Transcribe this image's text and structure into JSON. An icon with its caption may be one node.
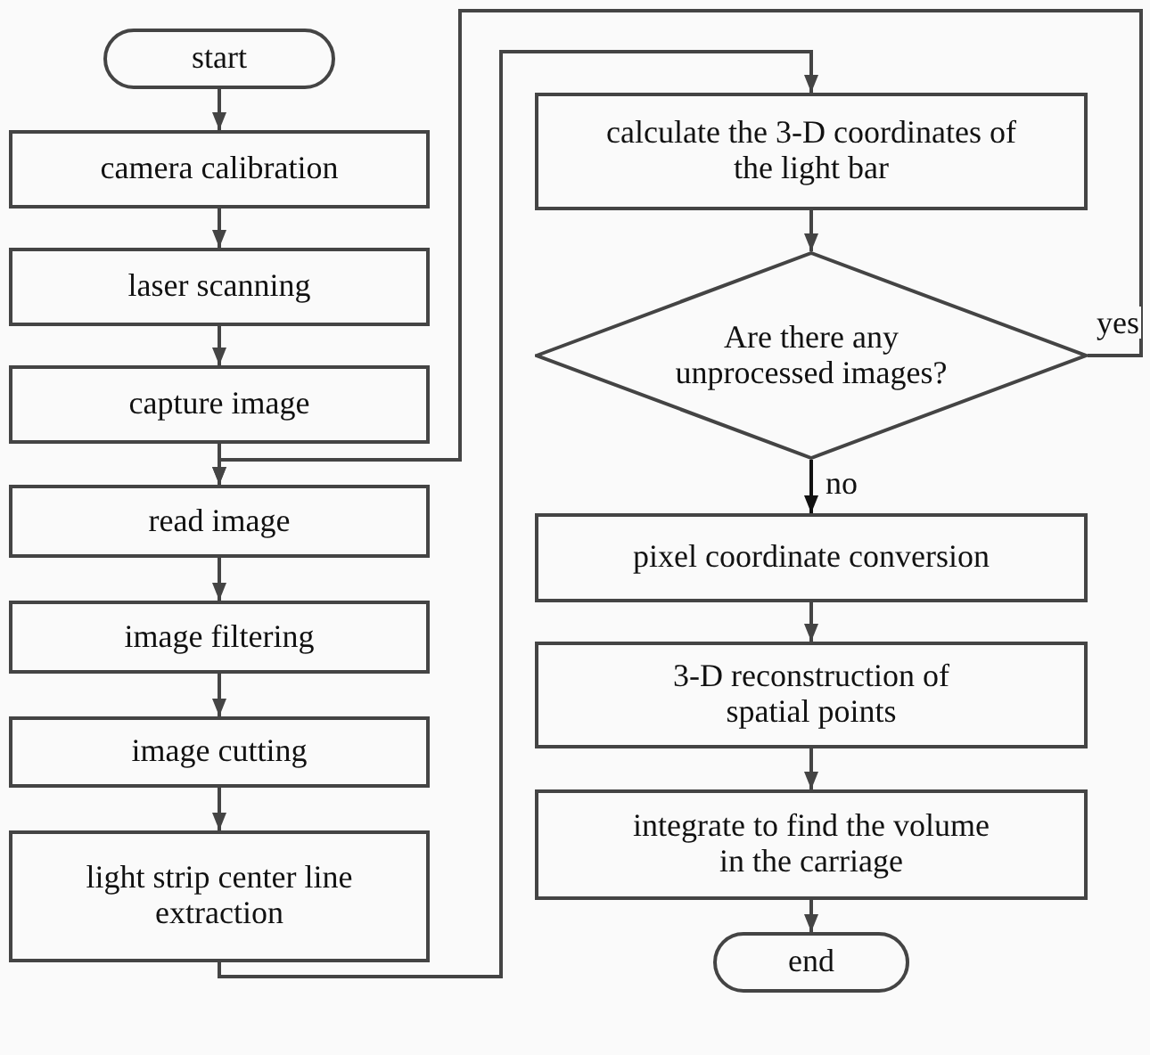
{
  "diagram": {
    "nodes": [
      {
        "text": [
          "start"
        ]
      },
      {
        "text": [
          "camera calibration"
        ]
      },
      {
        "text": [
          "laser scanning"
        ]
      },
      {
        "text": [
          "capture image"
        ]
      },
      {
        "text": [
          "read image"
        ]
      },
      {
        "text": [
          "image filtering"
        ]
      },
      {
        "text": [
          "image cutting"
        ]
      },
      {
        "text": [
          "light strip center line extraction"
        ]
      },
      {
        "text": [
          "calculate the 3-D coordinates of the light bar"
        ]
      },
      {
        "text": [
          "Are there any unprocessed images?"
        ]
      },
      {
        "text": [
          "pixel coordinate conversion"
        ]
      },
      {
        "text": [
          "3-D reconstruction of spatial points"
        ]
      },
      {
        "text": [
          "integrate to find the volume in the carriage"
        ]
      },
      {
        "text": [
          "end"
        ]
      }
    ],
    "edges": [
      {
        "from": 0,
        "to": 1,
        "arrow": "to"
      },
      {
        "from": 1,
        "to": 2,
        "arrow": "to"
      },
      {
        "from": 2,
        "to": 3,
        "arrow": "to"
      },
      {
        "from": 3,
        "to": 4,
        "arrow": "to"
      },
      {
        "from": 4,
        "to": 5,
        "arrow": "to"
      },
      {
        "from": 5,
        "to": 6,
        "arrow": "to"
      },
      {
        "from": 6,
        "to": 7,
        "arrow": "to"
      },
      {
        "from": 7,
        "to": 8,
        "arrow": "to"
      },
      {
        "from": 8,
        "to": 9,
        "arrow": "to"
      },
      {
        "from": 9,
        "to": 4,
        "arrow": "to",
        "label": "yes"
      },
      {
        "from": 9,
        "to": 10,
        "arrow": "to",
        "label": "no",
        "color": "#111111"
      },
      {
        "from": 10,
        "to": 11,
        "arrow": "to"
      },
      {
        "from": 11,
        "to": 12,
        "arrow": "to"
      },
      {
        "from": 12,
        "to": 13,
        "arrow": "to"
      }
    ]
  }
}
